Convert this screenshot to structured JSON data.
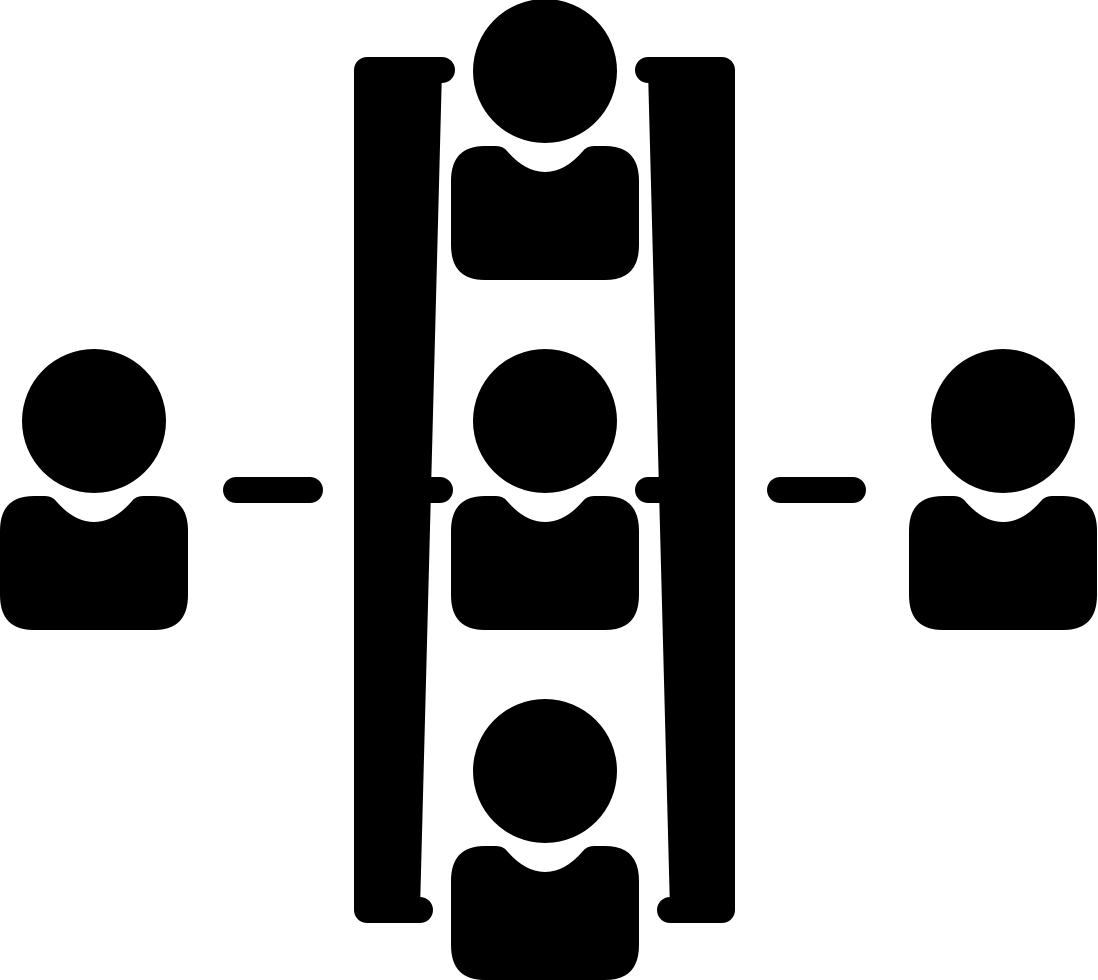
{
  "diagram": {
    "type": "team-network-glyph",
    "icon_color": "#000000",
    "background": "#ffffff",
    "nodes": [
      {
        "id": "left",
        "icon": "user-icon"
      },
      {
        "id": "center-top",
        "icon": "user-icon"
      },
      {
        "id": "center-middle",
        "icon": "user-icon"
      },
      {
        "id": "center-bottom",
        "icon": "user-icon"
      },
      {
        "id": "right",
        "icon": "user-icon"
      }
    ]
  }
}
